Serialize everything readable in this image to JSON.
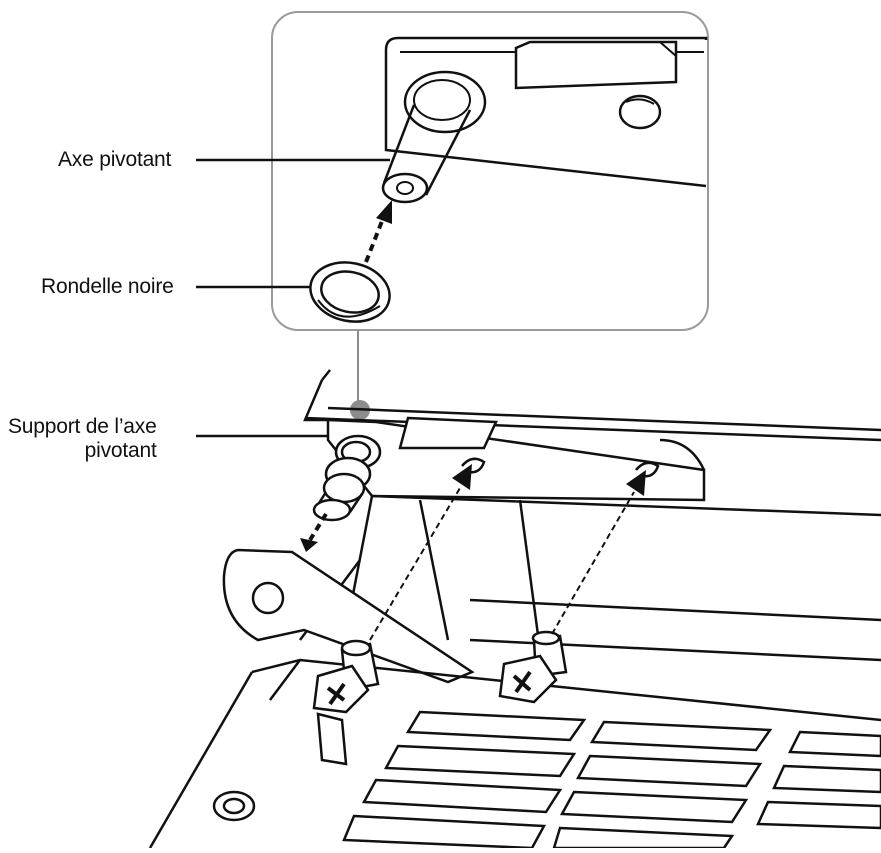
{
  "labels": {
    "pivot_axis": "Axe pivotant",
    "black_washer": "Rondelle noire",
    "pivot_axis_support_line1": "Support de l’axe",
    "pivot_axis_support_line2": "pivotant"
  },
  "colors": {
    "ink": "#111111",
    "detail_box_border": "#9a9a9a",
    "connector_dot": "#8c8c8c",
    "background": "#ffffff"
  }
}
